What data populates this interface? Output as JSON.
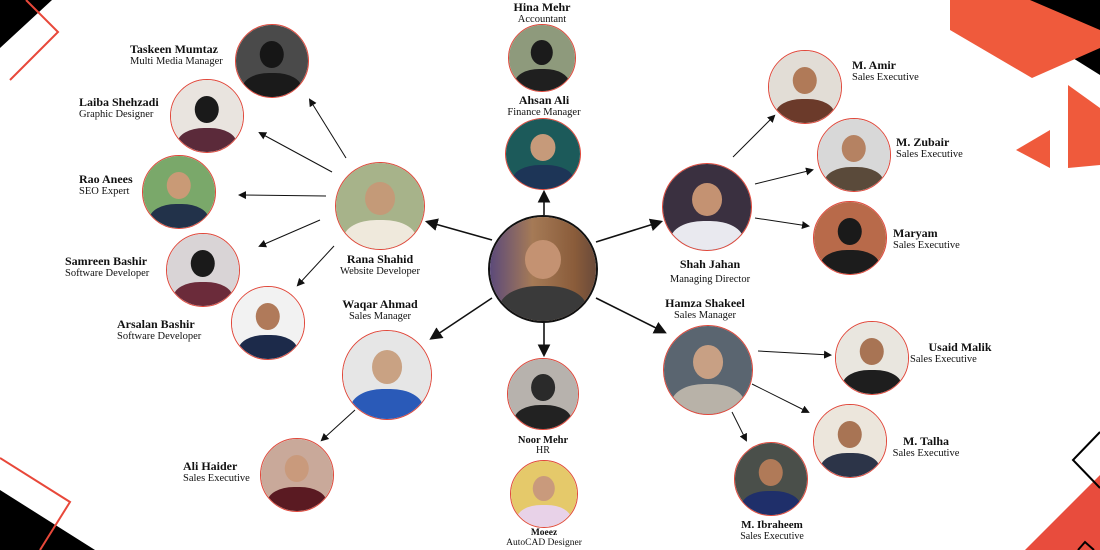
{
  "colors": {
    "accent": "#ef5a3c",
    "node_border": "#e0473a",
    "center_border": "#111111",
    "arrow": "#111111"
  },
  "center": {
    "name": "",
    "title": ""
  },
  "nodes": [
    {
      "id": "hina",
      "name": "Hina Mehr",
      "title": "Accountant",
      "bg": "#8e9a7c",
      "skin": "#1b1b1b",
      "cloth": "#1f1f1f"
    },
    {
      "id": "ahsan",
      "name": "Ahsan Ali",
      "title": "Finance Manager",
      "bg": "#1c5a5a",
      "skin": "#c69a7a",
      "cloth": "#1d3557"
    },
    {
      "id": "taskeen",
      "name": "Taskeen Mumtaz",
      "title": "Multi Media Manager",
      "bg": "#4a4a4a",
      "skin": "#161616",
      "cloth": "#1a1a1a"
    },
    {
      "id": "laiba",
      "name": "Laiba Shehzadi",
      "title": "Graphic Designer",
      "bg": "#e9e4df",
      "skin": "#1a1a1a",
      "cloth": "#5b2a3a"
    },
    {
      "id": "rao",
      "name": "Rao Anees",
      "title": "SEO Expert",
      "bg": "#7aa86a",
      "skin": "#c99a76",
      "cloth": "#22324a"
    },
    {
      "id": "samreen",
      "name": "Samreen Bashir",
      "title": "Software Developer",
      "bg": "#d9d4d6",
      "skin": "#1a1a1a",
      "cloth": "#6b2b3a"
    },
    {
      "id": "arsalan",
      "name": "Arsalan Bashir",
      "title": "Software Developer",
      "bg": "#f2f2f2",
      "skin": "#b07a5a",
      "cloth": "#1c2a4a"
    },
    {
      "id": "rana",
      "name": "Rana Shahid",
      "title": "Website Developer",
      "bg": "#a7b38a",
      "skin": "#c49a78",
      "cloth": "#efe9dc"
    },
    {
      "id": "waqar",
      "name": "Waqar Ahmad",
      "title": "Sales Manager",
      "bg": "#e6e6e6",
      "skin": "#c9a283",
      "cloth": "#2a5ab8"
    },
    {
      "id": "ali",
      "name": "Ali Haider",
      "title": "Sales Executive",
      "bg": "#c9a99a",
      "skin": "#c99a7c",
      "cloth": "#5a1a22"
    },
    {
      "id": "noor",
      "name": "Noor Mehr",
      "title": "HR",
      "bg": "#b7b2ad",
      "skin": "#2a2a2a",
      "cloth": "#222"
    },
    {
      "id": "moeez",
      "name": "Moeez",
      "title": "AutoCAD Designer",
      "bg": "#e5c96a",
      "skin": "#c99a7c",
      "cloth": "#e8d2e8"
    },
    {
      "id": "shah",
      "name": "Shah Jahan",
      "title": "Managing Director",
      "bg": "#3a3040",
      "skin": "#c49272",
      "cloth": "#e9e9ef"
    },
    {
      "id": "hamza",
      "name": "Hamza Shakeel",
      "title": "Sales Manager",
      "bg": "#5a6570",
      "skin": "#c8a084",
      "cloth": "#b8b2a8"
    },
    {
      "id": "amir",
      "name": "M. Amir",
      "title": "Sales Executive",
      "bg": "#e2ddd6",
      "skin": "#b07a58",
      "cloth": "#6b3a2a"
    },
    {
      "id": "zubair",
      "name": "M. Zubair",
      "title": "Sales Executive",
      "bg": "#d8d8d8",
      "skin": "#b58262",
      "cloth": "#5a4a3a"
    },
    {
      "id": "maryam",
      "name": "Maryam",
      "title": "Sales Executive",
      "bg": "#b86a4a",
      "skin": "#1a1a1a",
      "cloth": "#1c1c1c"
    },
    {
      "id": "usaid",
      "name": "Usaid Malik",
      "title": "Sales Executive",
      "bg": "#e9e6df",
      "skin": "#a87454",
      "cloth": "#1e1e1e"
    },
    {
      "id": "talha",
      "name": "M. Talha",
      "title": "Sales Executive",
      "bg": "#ece6dc",
      "skin": "#a87454",
      "cloth": "#2c3448"
    },
    {
      "id": "ibraheem",
      "name": "M. Ibraheem",
      "title": "Sales Executive",
      "bg": "#4a4f4a",
      "skin": "#b07a58",
      "cloth": "#1f2f6a"
    }
  ]
}
